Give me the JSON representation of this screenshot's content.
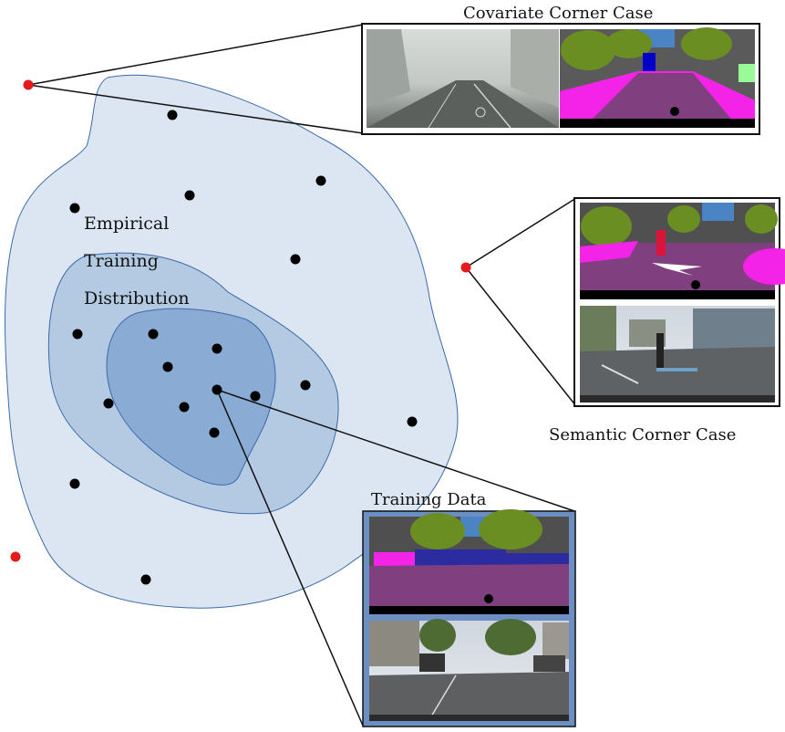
{
  "labels": {
    "dist_line1": "Empirical",
    "dist_line2": "Training",
    "dist_line3": "Distribution",
    "covariate": "Covariate  Corner  Case",
    "semantic": "Semantic  Corner  Case",
    "training": "Training  Data"
  },
  "colors": {
    "outer_fill": "#dce6f2",
    "mid_fill": "#b4c9e2",
    "inner_fill": "#8aabd4",
    "contour_stroke": "#3c6aa8",
    "inlier_point": "#000000",
    "outlier_point": "#e41a1c",
    "training_frame": "#6b8fc2"
  },
  "images": [
    "covariate-fog-photo",
    "covariate-segmentation",
    "semantic-segmentation",
    "semantic-photo",
    "training-segmentation",
    "training-photo"
  ]
}
